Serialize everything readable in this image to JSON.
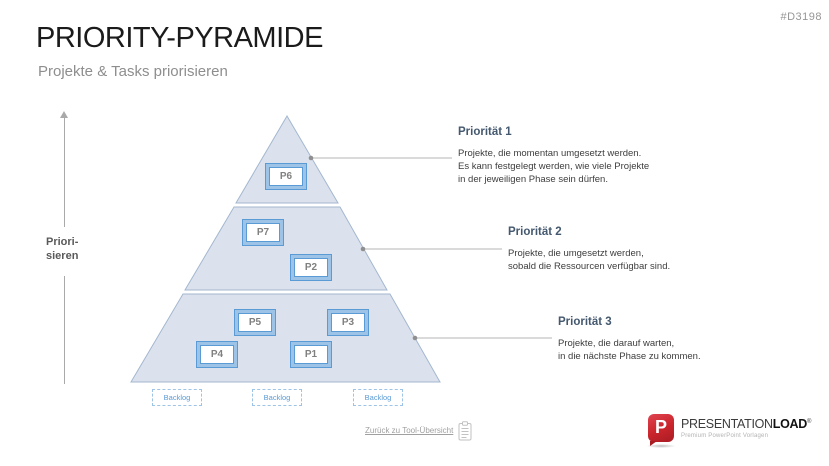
{
  "slide": {
    "code": "#D3198",
    "title": "PRIORITY-PYRAMIDE",
    "subtitle": "Projekte & Tasks priorisieren"
  },
  "axis": {
    "label_line1": "Priori-",
    "label_line2": "sieren"
  },
  "pyramid": {
    "boxes": [
      {
        "label": "P6"
      },
      {
        "label": "P7"
      },
      {
        "label": "P2"
      },
      {
        "label": "P5"
      },
      {
        "label": "P3"
      },
      {
        "label": "P4"
      },
      {
        "label": "P1"
      }
    ],
    "backlogs": [
      {
        "label": "Backlog"
      },
      {
        "label": "Backlog"
      },
      {
        "label": "Backlog"
      }
    ]
  },
  "priorities": [
    {
      "heading": "Priorität 1",
      "lines": [
        "Projekte, die momentan umgesetzt werden.",
        "Es kann festgelegt werden, wie viele Projekte",
        "in der jeweiligen Phase sein dürfen."
      ]
    },
    {
      "heading": "Priorität 2",
      "lines": [
        "Projekte, die umgesetzt werden,",
        "sobald die Ressourcen verfügbar sind."
      ]
    },
    {
      "heading": "Priorität 3",
      "lines": [
        "Projekte, die darauf warten,",
        "in die nächste Phase zu kommen."
      ]
    }
  ],
  "footer": {
    "link_label": "Zurück zu Tool-Übersicht",
    "icon": "clipboard-icon",
    "logo": {
      "letter": "P",
      "name_regular": "PRESENTATION",
      "name_bold": "LOAD",
      "registered": "®",
      "tagline": "Premium PowerPoint Vorlagen"
    }
  },
  "colors": {
    "accent_blue": "#5b9bd5",
    "light_blue": "#9dc3e6",
    "pyramid_fill": "#dce2ed",
    "pyramid_stroke": "#a3b7d0",
    "heading_blue": "#44586e",
    "logo_red": "#c9242b"
  }
}
